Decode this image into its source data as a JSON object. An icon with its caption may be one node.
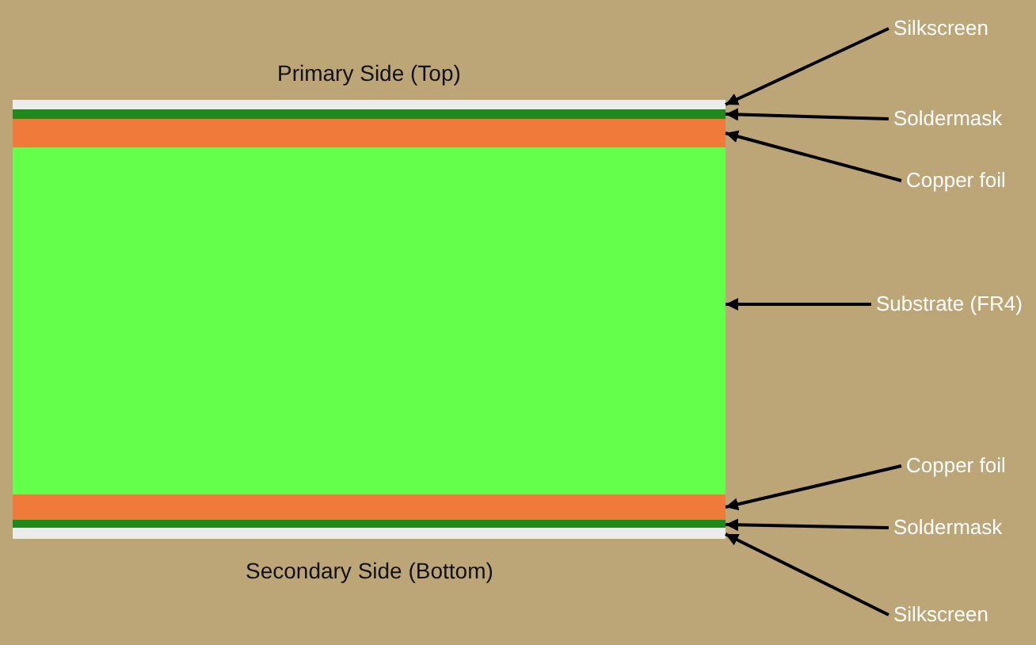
{
  "diagram": {
    "nodes": [
      {
        "text": [
          "Silkscreen"
        ]
      },
      {
        "text": [
          "Soldermask"
        ]
      },
      {
        "text": [
          "Copper foil"
        ]
      },
      {
        "text": [
          "Substrate (FR4)"
        ]
      },
      {
        "text": [
          "Copper foil"
        ]
      },
      {
        "text": [
          "Soldermask"
        ]
      },
      {
        "text": [
          "Silkscreen"
        ]
      },
      {
        "text": [],
        "shape": "bar"
      },
      {
        "text": [],
        "shape": "bar"
      },
      {
        "text": [],
        "shape": "bar"
      },
      {
        "text": [],
        "shape": "bar"
      },
      {
        "text": [],
        "shape": "bar"
      },
      {
        "text": [],
        "shape": "bar"
      },
      {
        "text": [],
        "shape": "bar"
      }
    ],
    "edges": [
      {
        "from": 0,
        "to": 7,
        "arrow": "to"
      },
      {
        "from": 1,
        "to": 8,
        "arrow": "to"
      },
      {
        "from": 2,
        "to": 9,
        "arrow": "to"
      },
      {
        "from": 3,
        "to": 10,
        "arrow": "to"
      },
      {
        "from": 4,
        "to": 11,
        "arrow": "to"
      },
      {
        "from": 5,
        "to": 12,
        "arrow": "to"
      },
      {
        "from": 6,
        "to": 13,
        "arrow": "to"
      }
    ],
    "labels": [
      "Primary Side (Top)",
      "Secondary Side (Bottom)"
    ]
  }
}
